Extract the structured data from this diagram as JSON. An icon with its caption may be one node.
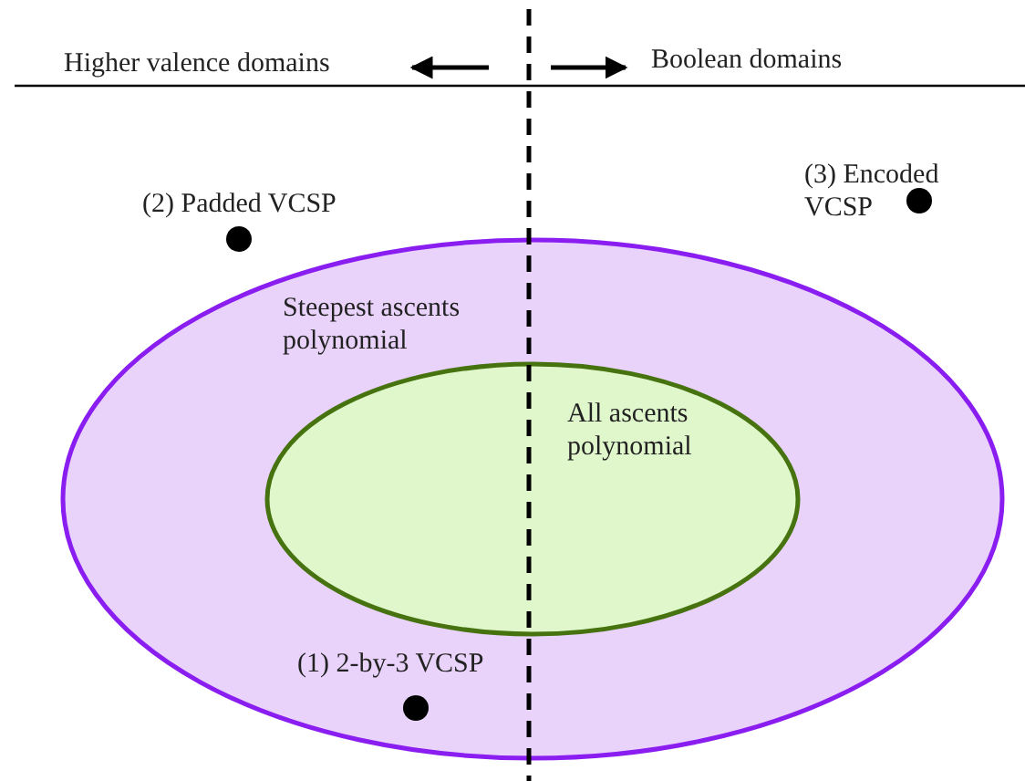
{
  "diagram": {
    "nodes": [
      {
        "text": [],
        "shape": "circle",
        "beside": [
          "(3) Encoded VCSP"
        ]
      },
      {
        "text": [],
        "shape": "circle",
        "beside": [
          "(2) Padded VCSP"
        ]
      },
      {
        "text": [
          "Steepest ascents polynomial"
        ]
      },
      {
        "text": [
          "All ascents polynomial"
        ],
        "in": 2
      },
      {
        "text": [],
        "shape": "circle",
        "in": 2,
        "beside": [
          "(1) 2-by-3 VCSP"
        ]
      }
    ],
    "edges": [],
    "labels": [
      "Higher valence domains",
      "Boolean domains"
    ]
  }
}
